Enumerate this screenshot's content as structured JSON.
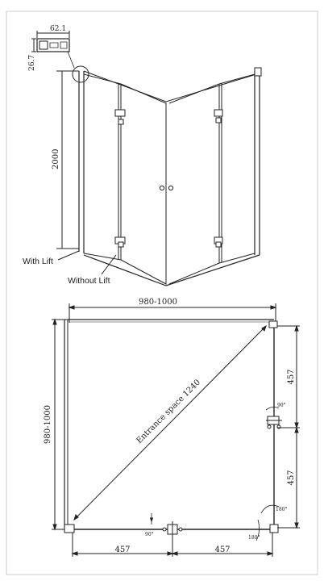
{
  "top_view": {
    "profile_width": "62.1",
    "profile_height": "26.7",
    "height_dim": "2000",
    "label_with_lift": "With Lift",
    "label_without_lift": "Without Lift"
  },
  "plan_view": {
    "width_dim": "980-1000",
    "depth_dim": "980-1000",
    "entrance_label": "Entrance space 1240",
    "right_upper_dim": "457",
    "right_lower_dim": "457",
    "bottom_left_dim": "457",
    "bottom_right_dim": "457",
    "angle_right_a": "90°",
    "angle_right_b": "180°",
    "angle_bottom_a": "90°",
    "angle_bottom_b": "180°"
  },
  "colors": {
    "line": "#222222",
    "border": "#cccccc",
    "background": "#ffffff"
  }
}
